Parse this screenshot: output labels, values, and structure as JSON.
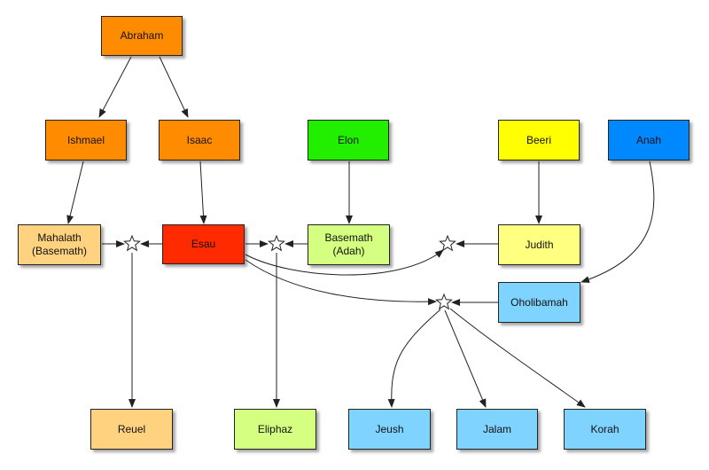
{
  "diagram": {
    "nodes": {
      "abraham": "Abraham",
      "ishmael": "Ishmael",
      "isaac": "Isaac",
      "elon": "Elon",
      "beeri": "Beeri",
      "anah": "Anah",
      "mahalath": "Mahalath\n(Basemath)",
      "esau": "Esau",
      "basemath": "Basemath\n(Adah)",
      "judith": "Judith",
      "oholibamah": "Oholibamah",
      "reuel": "Reuel",
      "eliphaz": "Eliphaz",
      "jeush": "Jeush",
      "jalam": "Jalam",
      "korah": "Korah"
    }
  }
}
